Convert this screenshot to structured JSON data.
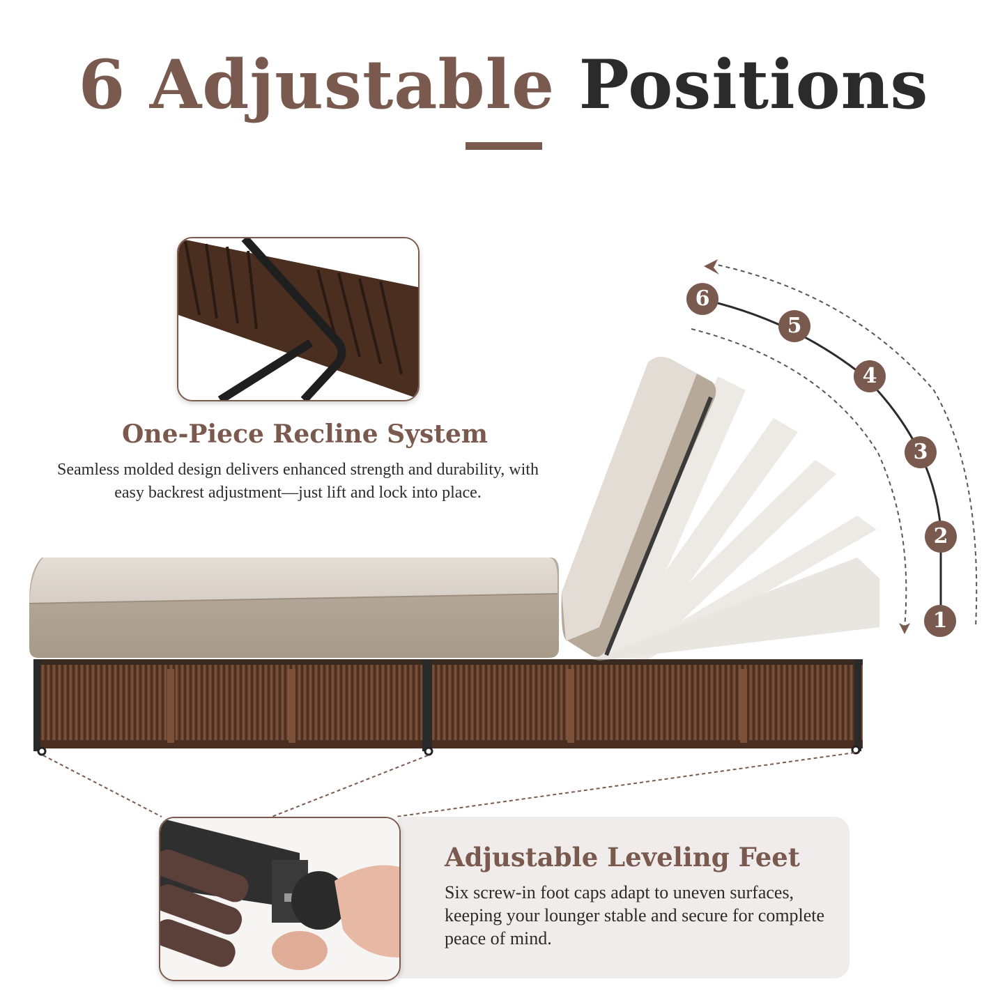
{
  "headline": {
    "accent_text": "6 Adjustable",
    "dark_text": "Positions",
    "accent_color": "#7a5a4e",
    "dark_color": "#2b2b2b"
  },
  "recline_feature": {
    "title": "One-Piece Recline System",
    "body": "Seamless molded design delivers enhanced strength and durability, with easy backrest adjustment—just lift and lock into place.",
    "image_icon": "recline-frame-closeup"
  },
  "leveling_feature": {
    "title": "Adjustable Leveling Feet",
    "body": "Six screw-in foot caps adapt to uneven surfaces,  keeping your lounger stable and secure for complete peace of mind.",
    "image_icon": "foot-cap-closeup"
  },
  "positions": {
    "labels": [
      "1",
      "2",
      "3",
      "4",
      "5",
      "6"
    ],
    "badge_color": "#7a5a4e"
  },
  "product": {
    "name": "chaise-lounger",
    "cushion_color": "#b8ab9c",
    "frame_color": "#5a3a2a"
  }
}
